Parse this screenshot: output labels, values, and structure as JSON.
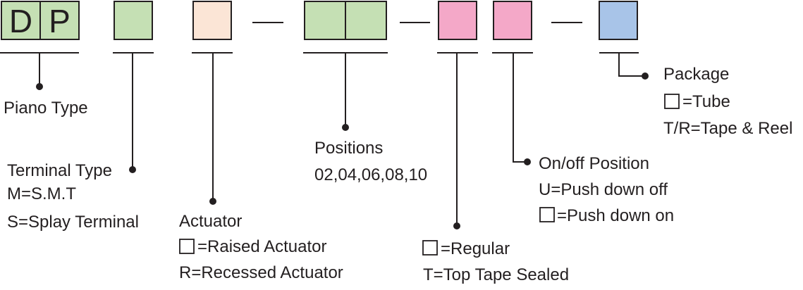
{
  "colors": {
    "green": "#c5e0b4",
    "peach": "#fbe5d6",
    "pink": "#f4a8c8",
    "blue": "#a8c4e8",
    "stroke": "#231f20"
  },
  "prefix_letters": [
    "D",
    "P"
  ],
  "groups": [
    {
      "title": "Piano Type",
      "lines": []
    },
    {
      "title": "Terminal Type",
      "lines": [
        "M=S.M.T",
        "S=Splay Terminal"
      ]
    },
    {
      "title": "Actuator",
      "lines": [
        "=Raised Actuator",
        "R=Recessed Actuator"
      ]
    },
    {
      "title": "Positions",
      "lines": [
        "02,04,06,08,10"
      ]
    },
    {
      "title": "",
      "lines": [
        "=Regular",
        "T=Top Tape Sealed"
      ]
    },
    {
      "title": "On/off Position",
      "lines": [
        "U=Push down off",
        "=Push down on"
      ]
    },
    {
      "title": "Package",
      "lines": [
        "=Tube",
        "T/R=Tape & Reel"
      ]
    }
  ]
}
